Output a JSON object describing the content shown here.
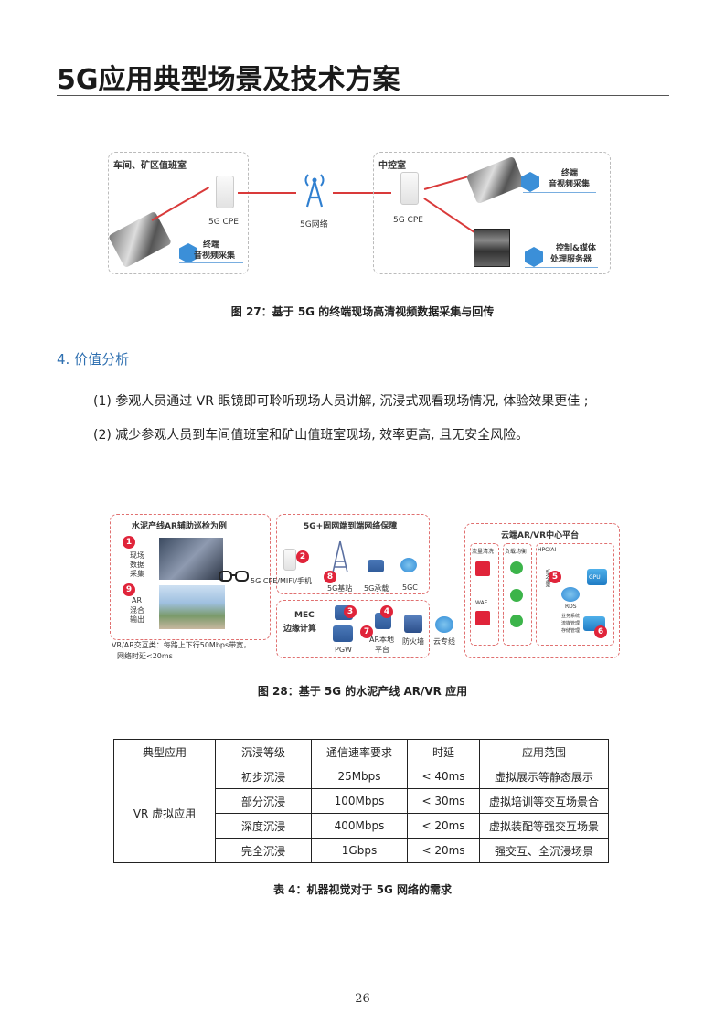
{
  "page": {
    "title": "5G应用典型场景及技术方案",
    "page_number": "26"
  },
  "figure27": {
    "left_box_title": "车间、矿区值班室",
    "right_box_title": "中控室",
    "cpe_left": "5G CPE",
    "cpe_right": "5G CPE",
    "network": "5G网络",
    "terminal_left": [
      "终端",
      "音视频采集"
    ],
    "terminal_right": [
      "终端",
      "音视频采集"
    ],
    "server": [
      "控制&媒体",
      "处理服务器"
    ],
    "caption": "图 27：基于 5G 的终端现场高清视频数据采集与回传",
    "colors": {
      "accent_blue": "#3b8fd8",
      "link_red": "#d93a3a"
    }
  },
  "section": {
    "heading": "4. 价值分析",
    "paragraphs": [
      "(1) 参观人员通过 VR 眼镜即可聆听现场人员讲解, 沉浸式观看现场情况, 体验效果更佳 ;",
      "(2) 减少参观人员到车间值班室和矿山值班室现场, 效率更高, 且无安全风险。"
    ]
  },
  "figure28": {
    "left_title": "水泥产线AR辅助巡检为例",
    "item1_label": [
      "现场",
      "数据",
      "采集"
    ],
    "item9_label": [
      "AR",
      "混合",
      "输出"
    ],
    "note": [
      "VR/AR交互类：每路上下行50Mbps带宽，",
      "网络时延<20ms"
    ],
    "mid_title": "5G+固网端到端网络保障",
    "cpe_label": "5G CPE/MIFI/手机",
    "station": "5G基站",
    "bearer": "5G承载",
    "core": "5GC",
    "mec_title": [
      "MEC",
      "边缘计算"
    ],
    "pgw": "PGW",
    "ar_platform": [
      "AR本地",
      "平台"
    ],
    "firewall": "防火墙",
    "cloud_line": "云专线",
    "right_title": "云端AR/VR中心平台",
    "col1_head": "流量清洗",
    "col2_head": "负载均衡",
    "waf": "WAF",
    "hpc": "HPC/AI",
    "vr_label": "VR全景",
    "rds": "RDS",
    "biz": [
      "业务系统",
      "流媒管理",
      "存储管理"
    ],
    "gpu": "GPU",
    "numbers": [
      "1",
      "2",
      "3",
      "4",
      "5",
      "6",
      "7",
      "8",
      "9"
    ],
    "caption": "图 28：基于 5G 的水泥产线 AR/VR 应用"
  },
  "table": {
    "headers": [
      "典型应用",
      "沉浸等级",
      "通信速率要求",
      "时延",
      "应用范围"
    ],
    "group_label": "VR 虚拟应用",
    "rows": [
      [
        "初步沉浸",
        "25Mbps",
        "< 40ms",
        "虚拟展示等静态展示"
      ],
      [
        "部分沉浸",
        "100Mbps",
        "< 30ms",
        "虚拟培训等交互场景合"
      ],
      [
        "深度沉浸",
        "400Mbps",
        "< 20ms",
        "虚拟装配等强交互场景"
      ],
      [
        "完全沉浸",
        "1Gbps",
        "< 20ms",
        "强交互、全沉浸场景"
      ]
    ],
    "caption": "表 4：机器视觉对于 5G 网络的需求"
  }
}
